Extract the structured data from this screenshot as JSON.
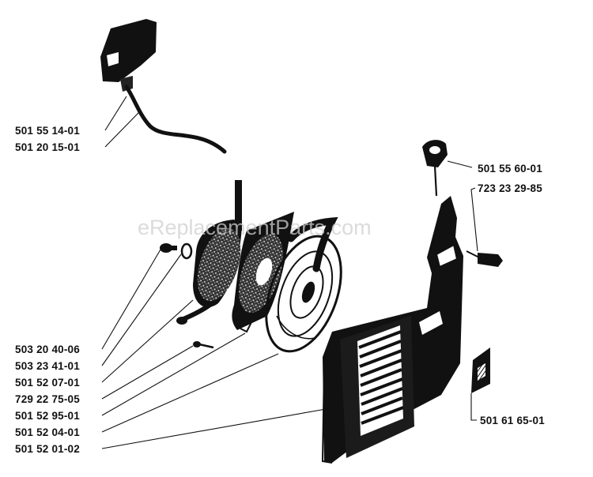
{
  "watermark": "eReplacementParts.com",
  "parts": [
    {
      "id": "p1",
      "number": "501 55 14-01"
    },
    {
      "id": "p2",
      "number": "501 20 15-01"
    },
    {
      "id": "p3",
      "number": "501 55 60-01"
    },
    {
      "id": "p4",
      "number": "723 23 29-85"
    },
    {
      "id": "p5",
      "number": "503 20 40-06"
    },
    {
      "id": "p6",
      "number": "503 23 41-01"
    },
    {
      "id": "p7",
      "number": "501 52 07-01"
    },
    {
      "id": "p8",
      "number": "729 22 75-05"
    },
    {
      "id": "p9",
      "number": "501 52 95-01"
    },
    {
      "id": "p10",
      "number": "501 52 04-01"
    },
    {
      "id": "p11",
      "number": "501 52 01-02"
    },
    {
      "id": "p12",
      "number": "501 61 65-01"
    }
  ],
  "colors": {
    "ink": "#111111",
    "background": "#ffffff",
    "watermark": "#cfcfcf"
  }
}
